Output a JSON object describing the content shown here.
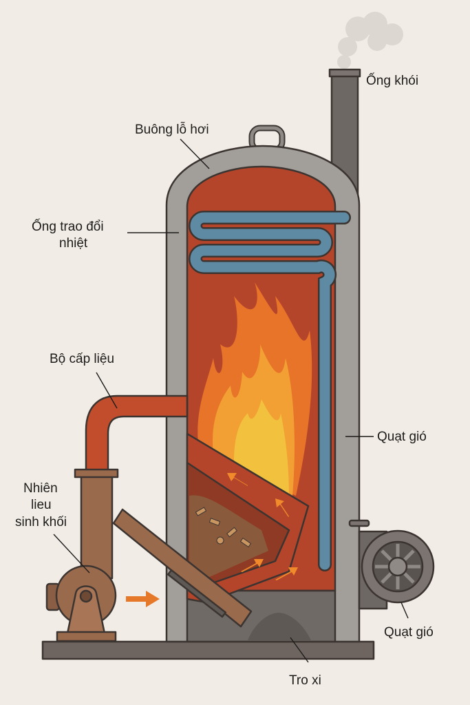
{
  "labels": {
    "chimney": "Ống khói",
    "boiler_chamber": "Buông lỗ hơi",
    "heat_exchanger_line1": "Ống trao đổi",
    "heat_exchanger_line2": "nhiệt",
    "feeder": "Bộ cấp liệu",
    "fan_upper": "Quạt gió",
    "biomass_line1": "Nhiên",
    "biomass_line2": "lieu",
    "biomass_line3": "sinh khối",
    "fan_lower": "Quạt gió",
    "ash": "Tro xi"
  },
  "colors": {
    "background": "#f1ede6",
    "wall": "#a29e9a",
    "chamber": "#b5452a",
    "coil": "#5f8aa3",
    "flame_outer": "#e8742a",
    "flame_inner": "#f2b63a",
    "feeder_brown": "#9a6a4c",
    "ash": "#6f6a66",
    "chimney": "#6e6864"
  }
}
